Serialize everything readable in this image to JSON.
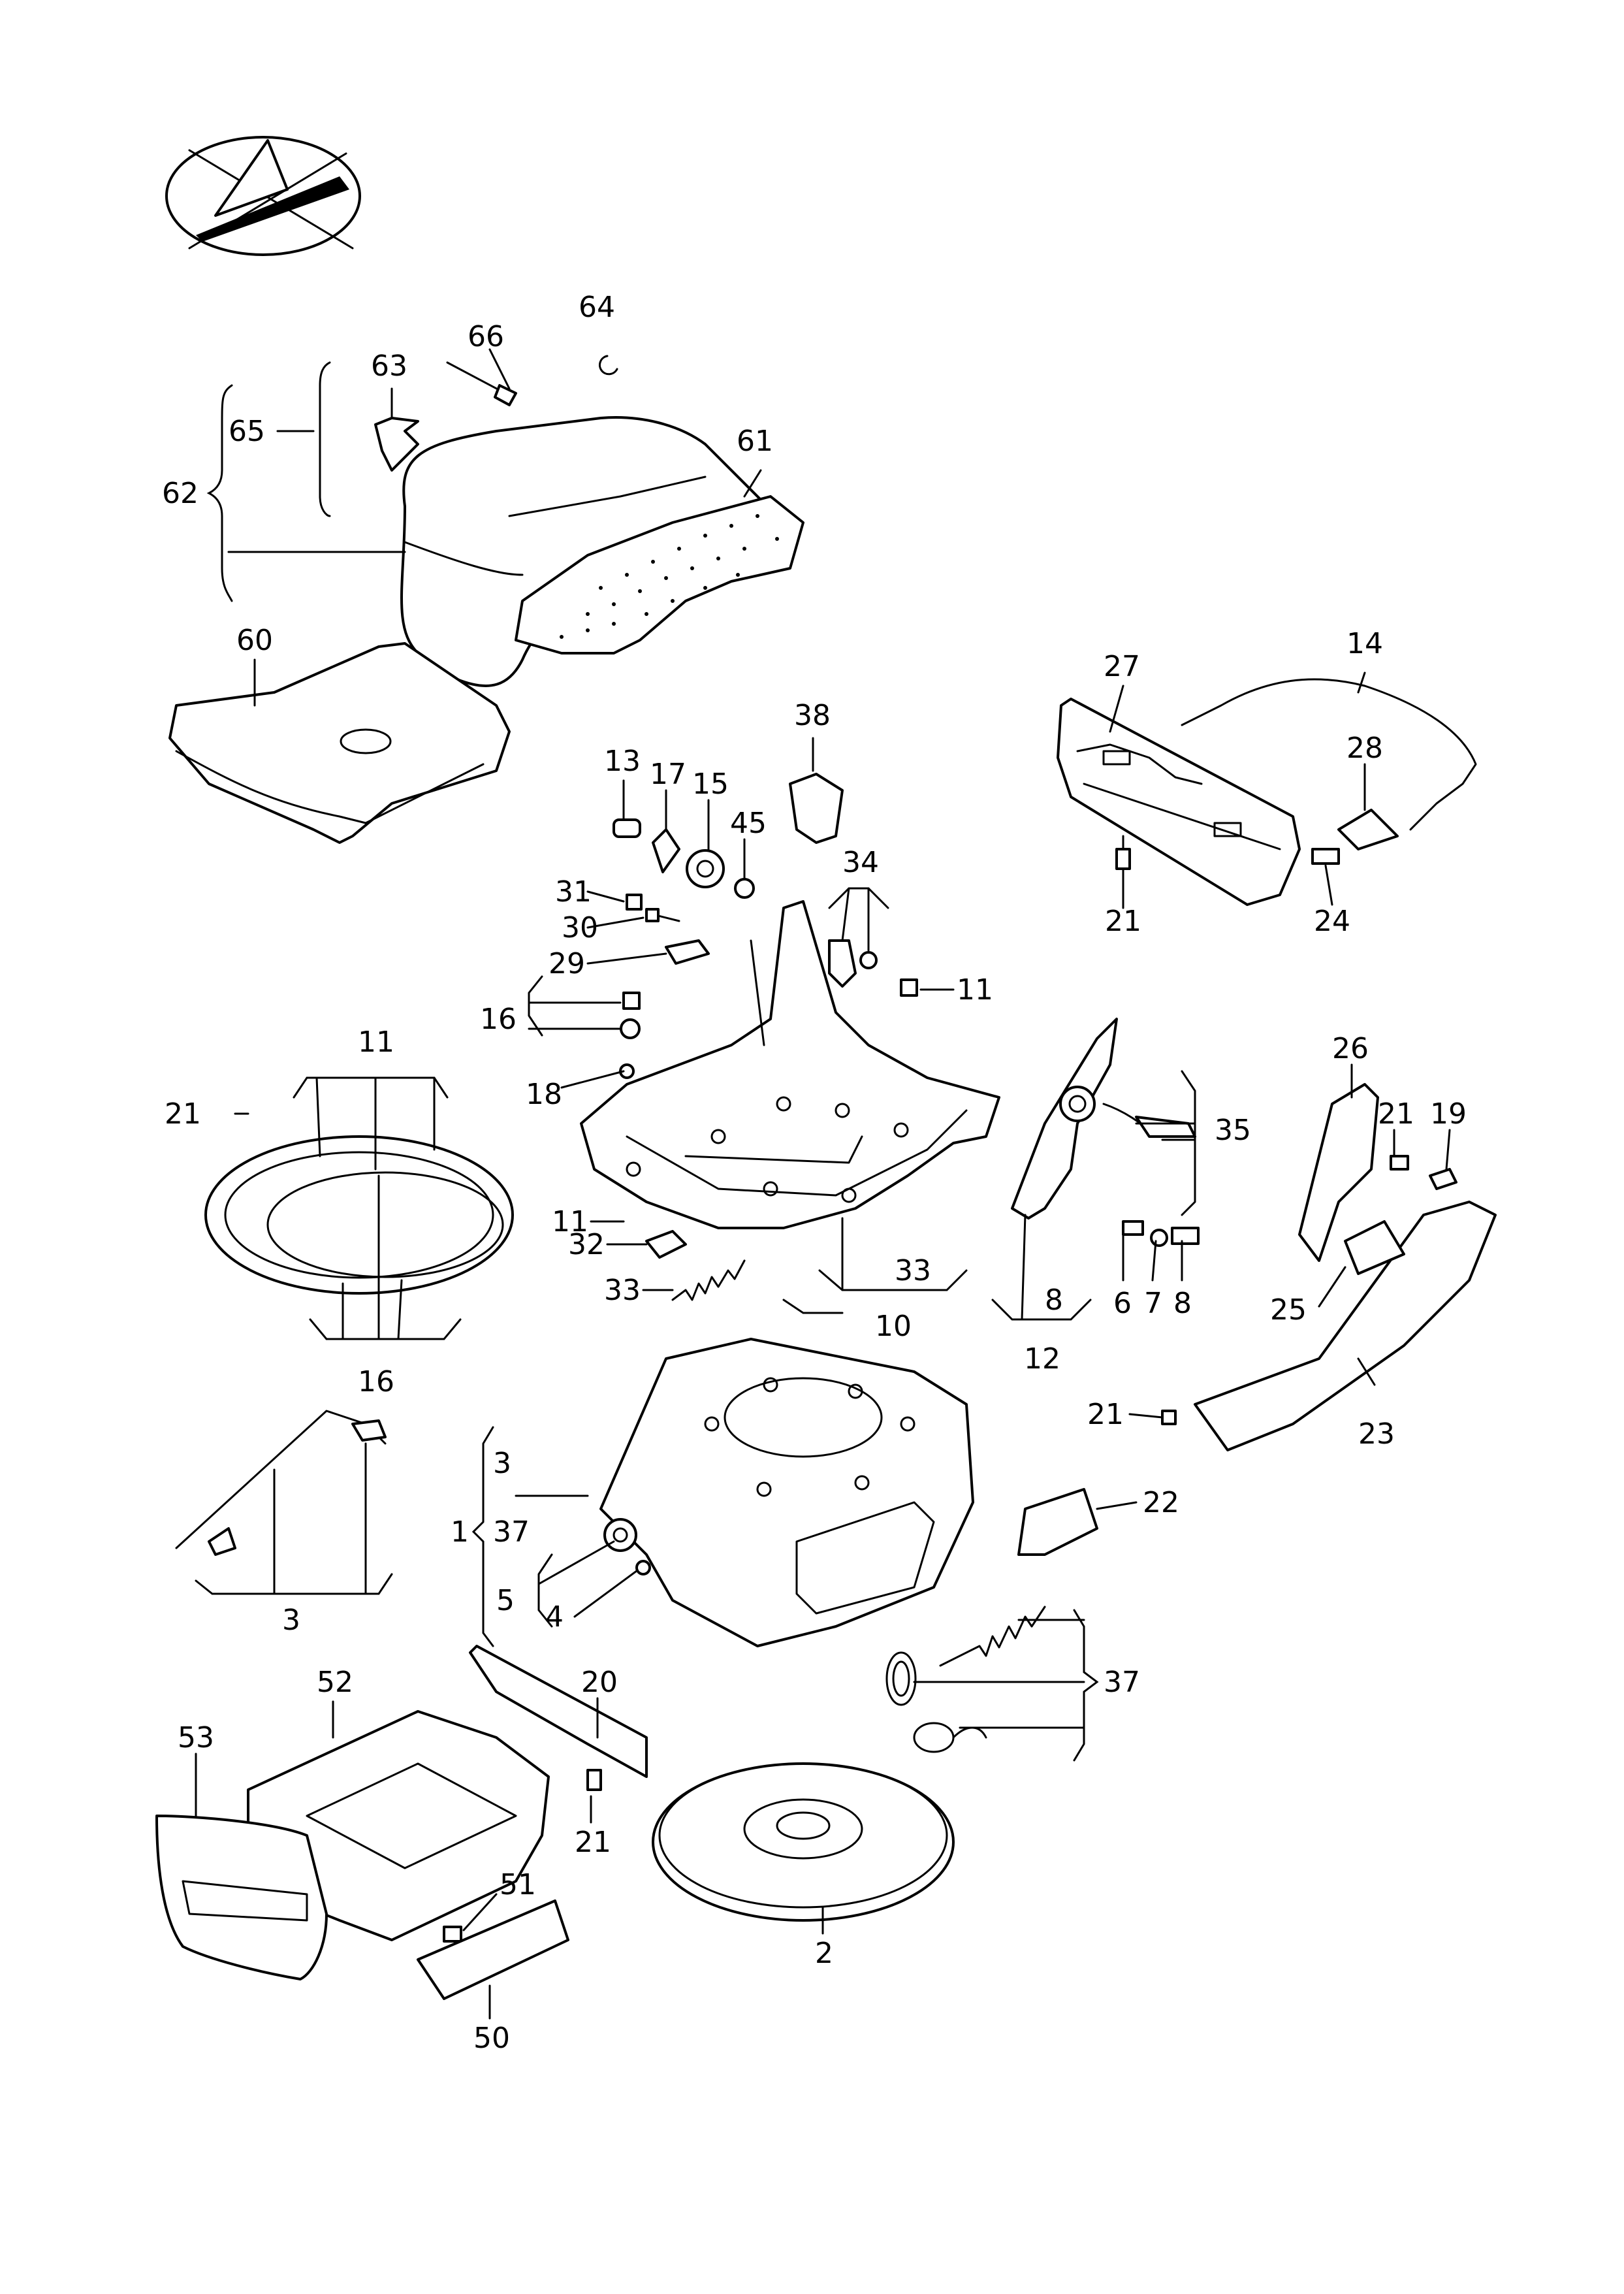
{
  "diagram": {
    "icon": "oval-seat-logo-icon",
    "callouts": {
      "c64": "64",
      "c66": "66",
      "c63": "63",
      "c65": "65",
      "c62": "62",
      "c61": "61",
      "c60": "60",
      "c14": "14",
      "c27": "27",
      "c28": "28",
      "c24": "24",
      "c21a": "21",
      "c38": "38",
      "c13": "13",
      "c17": "17",
      "c15": "15",
      "c45": "45",
      "c34": "34",
      "c31": "31",
      "c30": "30",
      "c29": "29",
      "c11a": "11",
      "c16a": "16",
      "c18": "18",
      "c11b": "11",
      "c32": "32",
      "c33a": "33",
      "c33b": "33",
      "c10": "10",
      "c11c": "11",
      "c21b": "21",
      "c16b": "16",
      "c35": "35",
      "c6": "6",
      "c7": "7",
      "c8a": "8",
      "c8b": "8",
      "c12": "12",
      "c26": "26",
      "c21c": "21",
      "c19": "19",
      "c25": "25",
      "c23": "23",
      "c21d": "21",
      "c22": "22",
      "c3a": "3",
      "c1": "1",
      "c37a": "37",
      "c5": "5",
      "c4": "4",
      "c3b": "3",
      "c20": "20",
      "c52": "52",
      "c53": "53",
      "c21e": "21",
      "c51": "51",
      "c50": "50",
      "c2": "2",
      "c37b": "37"
    }
  }
}
